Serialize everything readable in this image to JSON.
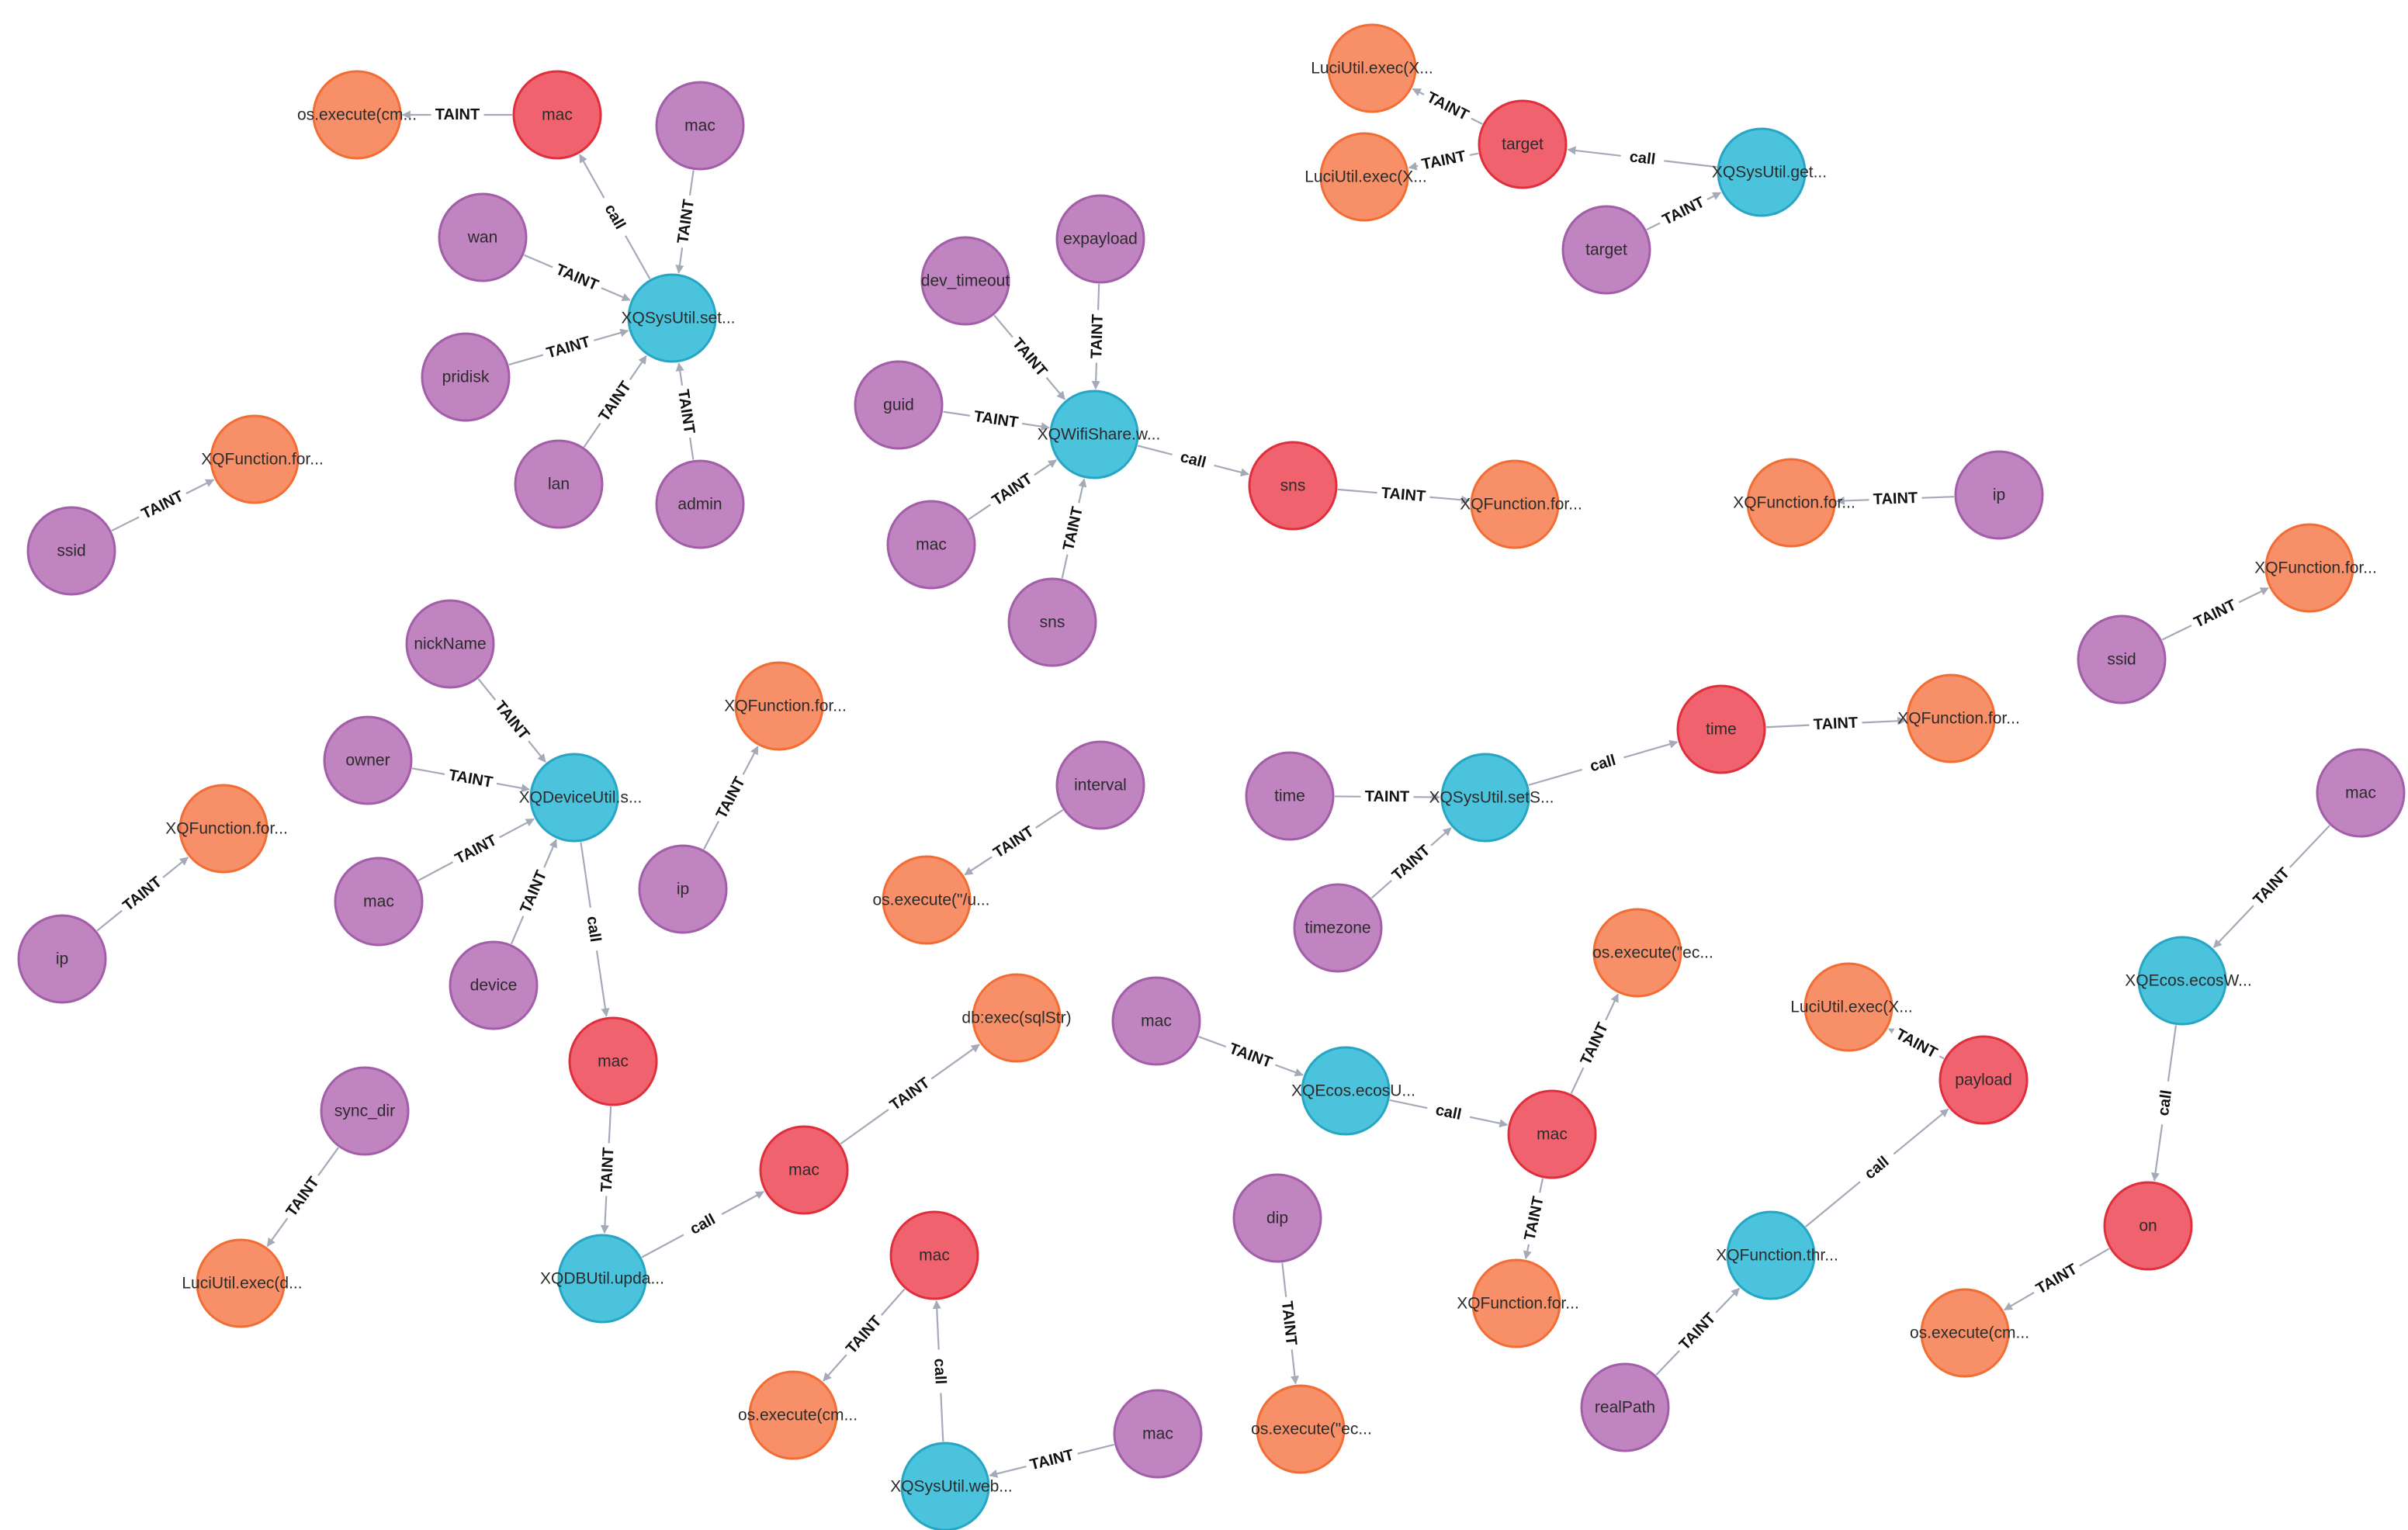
{
  "colors": {
    "param": {
      "fill": "#c084c0",
      "stroke": "#a25ea8"
    },
    "function": {
      "fill": "#4bc3dd",
      "stroke": "#27a6c4"
    },
    "var": {
      "fill": "#f0636e",
      "stroke": "#df2f3d"
    },
    "sink": {
      "fill": "#f79068",
      "stroke": "#f26d34"
    },
    "edge": "#a4aab8"
  },
  "nodes": [
    {
      "id": "n1",
      "kind": "sink",
      "label": "os.execute(cm..."
    },
    {
      "id": "n2",
      "kind": "var",
      "label": "mac"
    },
    {
      "id": "n3",
      "kind": "param",
      "label": "mac"
    },
    {
      "id": "n4",
      "kind": "param",
      "label": "wan"
    },
    {
      "id": "n5",
      "kind": "function",
      "label": "XQSysUtil.set..."
    },
    {
      "id": "n6",
      "kind": "param",
      "label": "pridisk"
    },
    {
      "id": "n7",
      "kind": "param",
      "label": "lan"
    },
    {
      "id": "n8",
      "kind": "param",
      "label": "admin"
    },
    {
      "id": "n9",
      "kind": "sink",
      "label": "XQFunction.for..."
    },
    {
      "id": "n10",
      "kind": "param",
      "label": "ssid"
    },
    {
      "id": "n11",
      "kind": "param",
      "label": "expayload"
    },
    {
      "id": "n12",
      "kind": "param",
      "label": "dev_timeout"
    },
    {
      "id": "n13",
      "kind": "param",
      "label": "guid"
    },
    {
      "id": "n14",
      "kind": "function",
      "label": "XQWifiShare.w..."
    },
    {
      "id": "n15",
      "kind": "param",
      "label": "mac"
    },
    {
      "id": "n16",
      "kind": "param",
      "label": "sns"
    },
    {
      "id": "n17",
      "kind": "var",
      "label": "sns"
    },
    {
      "id": "n18",
      "kind": "sink",
      "label": "XQFunction.for..."
    },
    {
      "id": "n19",
      "kind": "sink",
      "label": "LuciUtil.exec(X..."
    },
    {
      "id": "n20",
      "kind": "sink",
      "label": "LuciUtil.exec(X..."
    },
    {
      "id": "n21",
      "kind": "var",
      "label": "target"
    },
    {
      "id": "n22",
      "kind": "function",
      "label": "XQSysUtil.get..."
    },
    {
      "id": "n23",
      "kind": "param",
      "label": "target"
    },
    {
      "id": "n24",
      "kind": "sink",
      "label": "XQFunction.for..."
    },
    {
      "id": "n25",
      "kind": "param",
      "label": "ip"
    },
    {
      "id": "n26",
      "kind": "sink",
      "label": "XQFunction.for..."
    },
    {
      "id": "n27",
      "kind": "param",
      "label": "ssid"
    },
    {
      "id": "n28",
      "kind": "param",
      "label": "nickName"
    },
    {
      "id": "n29",
      "kind": "param",
      "label": "owner"
    },
    {
      "id": "n30",
      "kind": "function",
      "label": "XQDeviceUtil.s..."
    },
    {
      "id": "n31",
      "kind": "param",
      "label": "mac"
    },
    {
      "id": "n32",
      "kind": "param",
      "label": "device"
    },
    {
      "id": "n33",
      "kind": "sink",
      "label": "XQFunction.for..."
    },
    {
      "id": "n34",
      "kind": "param",
      "label": "ip"
    },
    {
      "id": "n35",
      "kind": "sink",
      "label": "XQFunction.for..."
    },
    {
      "id": "n36",
      "kind": "param",
      "label": "ip"
    },
    {
      "id": "n37",
      "kind": "param",
      "label": "interval"
    },
    {
      "id": "n38",
      "kind": "sink",
      "label": "os.execute(\"/u..."
    },
    {
      "id": "n39",
      "kind": "var",
      "label": "time"
    },
    {
      "id": "n40",
      "kind": "sink",
      "label": "XQFunction.for..."
    },
    {
      "id": "n41",
      "kind": "param",
      "label": "time"
    },
    {
      "id": "n42",
      "kind": "function",
      "label": "XQSysUtil.setS..."
    },
    {
      "id": "n43",
      "kind": "param",
      "label": "timezone"
    },
    {
      "id": "n44",
      "kind": "param",
      "label": "mac"
    },
    {
      "id": "n45",
      "kind": "function",
      "label": "XQEcos.ecosW..."
    },
    {
      "id": "n46",
      "kind": "var",
      "label": "on"
    },
    {
      "id": "n47",
      "kind": "sink",
      "label": "os.execute(cm..."
    },
    {
      "id": "n48",
      "kind": "var",
      "label": "mac"
    },
    {
      "id": "n49",
      "kind": "function",
      "label": "XQDBUtil.upda..."
    },
    {
      "id": "n50",
      "kind": "var",
      "label": "mac"
    },
    {
      "id": "n51",
      "kind": "sink",
      "label": "db:exec(sqlStr)"
    },
    {
      "id": "n52",
      "kind": "param",
      "label": "sync_dir"
    },
    {
      "id": "n53",
      "kind": "sink",
      "label": "LuciUtil.exec(d..."
    },
    {
      "id": "n54",
      "kind": "param",
      "label": "mac"
    },
    {
      "id": "n55",
      "kind": "function",
      "label": "XQEcos.ecosU..."
    },
    {
      "id": "n56",
      "kind": "var",
      "label": "mac"
    },
    {
      "id": "n57",
      "kind": "sink",
      "label": "os.execute(\"ec..."
    },
    {
      "id": "n58",
      "kind": "sink",
      "label": "XQFunction.for..."
    },
    {
      "id": "n59",
      "kind": "sink",
      "label": "LuciUtil.exec(X..."
    },
    {
      "id": "n60",
      "kind": "var",
      "label": "payload"
    },
    {
      "id": "n61",
      "kind": "function",
      "label": "XQFunction.thr..."
    },
    {
      "id": "n62",
      "kind": "param",
      "label": "realPath"
    },
    {
      "id": "n63",
      "kind": "var",
      "label": "mac"
    },
    {
      "id": "n64",
      "kind": "sink",
      "label": "os.execute(cm..."
    },
    {
      "id": "n65",
      "kind": "function",
      "label": "XQSysUtil.web..."
    },
    {
      "id": "n66",
      "kind": "param",
      "label": "mac"
    },
    {
      "id": "n67",
      "kind": "param",
      "label": "dip"
    },
    {
      "id": "n68",
      "kind": "sink",
      "label": "os.execute(\"ec..."
    }
  ],
  "edges": [
    {
      "from": "n2",
      "to": "n1",
      "label": "TAINT"
    },
    {
      "from": "n5",
      "to": "n2",
      "label": "call"
    },
    {
      "from": "n3",
      "to": "n5",
      "label": "TAINT"
    },
    {
      "from": "n4",
      "to": "n5",
      "label": "TAINT"
    },
    {
      "from": "n6",
      "to": "n5",
      "label": "TAINT"
    },
    {
      "from": "n7",
      "to": "n5",
      "label": "TAINT"
    },
    {
      "from": "n8",
      "to": "n5",
      "label": "TAINT"
    },
    {
      "from": "n10",
      "to": "n9",
      "label": "TAINT"
    },
    {
      "from": "n11",
      "to": "n14",
      "label": "TAINT"
    },
    {
      "from": "n12",
      "to": "n14",
      "label": "TAINT"
    },
    {
      "from": "n13",
      "to": "n14",
      "label": "TAINT"
    },
    {
      "from": "n15",
      "to": "n14",
      "label": "TAINT"
    },
    {
      "from": "n16",
      "to": "n14",
      "label": "TAINT"
    },
    {
      "from": "n14",
      "to": "n17",
      "label": "call"
    },
    {
      "from": "n17",
      "to": "n18",
      "label": "TAINT"
    },
    {
      "from": "n21",
      "to": "n19",
      "label": "TAINT"
    },
    {
      "from": "n21",
      "to": "n20",
      "label": "TAINT"
    },
    {
      "from": "n22",
      "to": "n21",
      "label": "call"
    },
    {
      "from": "n23",
      "to": "n22",
      "label": "TAINT"
    },
    {
      "from": "n25",
      "to": "n24",
      "label": "TAINT"
    },
    {
      "from": "n27",
      "to": "n26",
      "label": "TAINT"
    },
    {
      "from": "n28",
      "to": "n30",
      "label": "TAINT"
    },
    {
      "from": "n29",
      "to": "n30",
      "label": "TAINT"
    },
    {
      "from": "n31",
      "to": "n30",
      "label": "TAINT"
    },
    {
      "from": "n32",
      "to": "n30",
      "label": "TAINT"
    },
    {
      "from": "n30",
      "to": "n48",
      "label": "call"
    },
    {
      "from": "n34",
      "to": "n33",
      "label": "TAINT"
    },
    {
      "from": "n36",
      "to": "n35",
      "label": "TAINT"
    },
    {
      "from": "n37",
      "to": "n38",
      "label": "TAINT"
    },
    {
      "from": "n39",
      "to": "n40",
      "label": "TAINT"
    },
    {
      "from": "n41",
      "to": "n42",
      "label": "TAINT"
    },
    {
      "from": "n43",
      "to": "n42",
      "label": "TAINT"
    },
    {
      "from": "n42",
      "to": "n39",
      "label": "call"
    },
    {
      "from": "n44",
      "to": "n45",
      "label": "TAINT"
    },
    {
      "from": "n45",
      "to": "n46",
      "label": "call"
    },
    {
      "from": "n46",
      "to": "n47",
      "label": "TAINT"
    },
    {
      "from": "n48",
      "to": "n49",
      "label": "TAINT"
    },
    {
      "from": "n49",
      "to": "n50",
      "label": "call"
    },
    {
      "from": "n50",
      "to": "n51",
      "label": "TAINT"
    },
    {
      "from": "n52",
      "to": "n53",
      "label": "TAINT"
    },
    {
      "from": "n54",
      "to": "n55",
      "label": "TAINT"
    },
    {
      "from": "n55",
      "to": "n56",
      "label": "call"
    },
    {
      "from": "n56",
      "to": "n57",
      "label": "TAINT"
    },
    {
      "from": "n56",
      "to": "n58",
      "label": "TAINT"
    },
    {
      "from": "n60",
      "to": "n59",
      "label": "TAINT"
    },
    {
      "from": "n61",
      "to": "n60",
      "label": "call"
    },
    {
      "from": "n62",
      "to": "n61",
      "label": "TAINT"
    },
    {
      "from": "n63",
      "to": "n64",
      "label": "TAINT"
    },
    {
      "from": "n65",
      "to": "n63",
      "label": "call"
    },
    {
      "from": "n66",
      "to": "n65",
      "label": "TAINT"
    },
    {
      "from": "n67",
      "to": "n68",
      "label": "TAINT"
    }
  ]
}
